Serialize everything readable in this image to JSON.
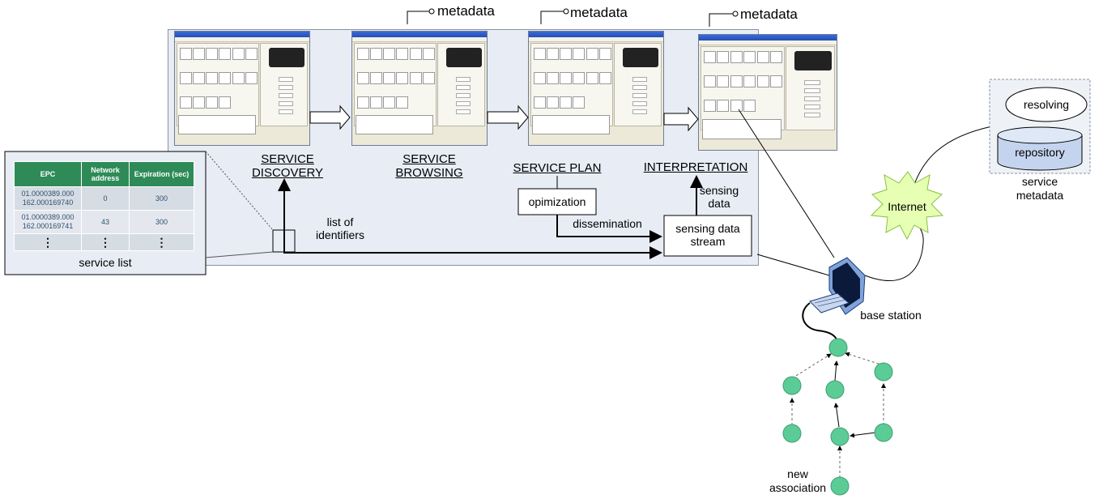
{
  "stages": {
    "discovery": "SERVICE\nDISCOVERY",
    "browsing": "SERVICE\nBROWSING",
    "plan": "SERVICE PLAN",
    "interpretation": "INTERPRETATION"
  },
  "metadata_label": "metadata",
  "boxes": {
    "optimization": "opimization",
    "sensing_stream": "sensing data\nstream",
    "resolving": "resolving",
    "repository": "repository"
  },
  "edges": {
    "dissemination": "dissemination",
    "sensing_data": "sensing\ndata",
    "list_of_identifiers": "list of\nidentifiers"
  },
  "service_list": {
    "caption": "service list",
    "headers": [
      "EPC",
      "Network\naddress",
      "Expiration (sec)"
    ],
    "rows": [
      [
        "01.0000389.000\n162.000169740",
        "0",
        "300"
      ],
      [
        "01.0000389.000\n162.000169741",
        "43",
        "300"
      ],
      [
        "⋮",
        "⋮",
        "⋮"
      ]
    ]
  },
  "network": {
    "internet": "Internet",
    "base_station": "base station",
    "service_metadata": "service\nmetadata",
    "new_association": "new\nassociation"
  },
  "colors": {
    "panel": "#e8edf5",
    "node": "#5ccc96",
    "table_header": "#2e8b57",
    "internet": "#e6ffb3",
    "repository": "#c5d4ee"
  }
}
